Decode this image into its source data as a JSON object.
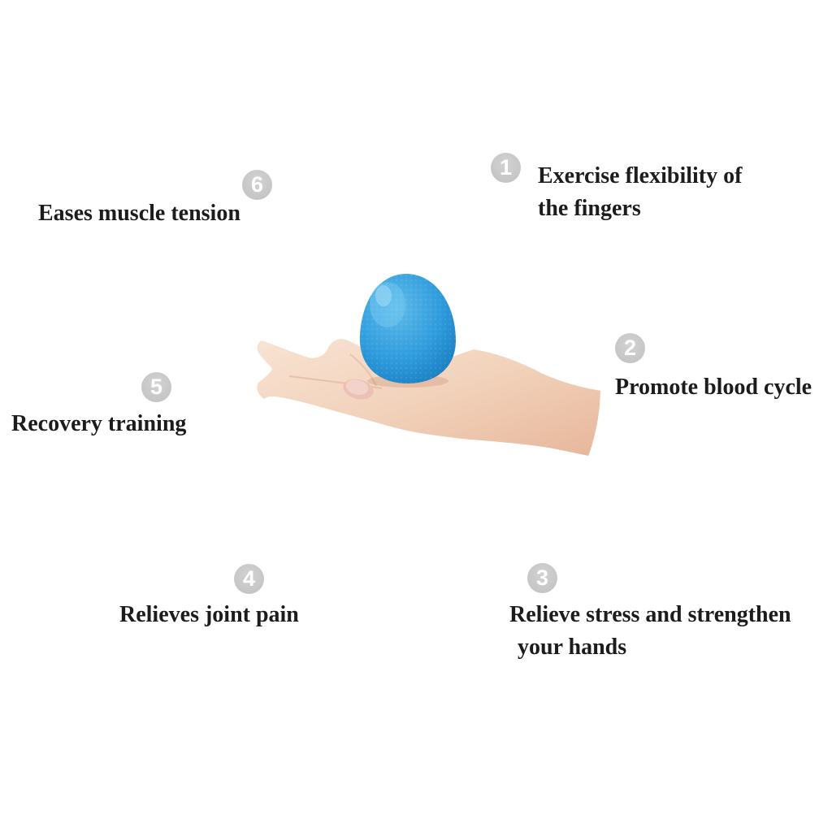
{
  "diagram": {
    "center_image": {
      "description": "Open hand, palm up, holding a blue egg-shaped hand-grip exercise ball inside a soft blue circle",
      "ball_color": "#2f9cdd",
      "ring_color": "#7ebee5",
      "skin_color": "#f2d4c0"
    },
    "badge_color": "#c6c6c6",
    "text_color": "#1c1c1c",
    "items": [
      {
        "number": "1",
        "lines": [
          "Exercise flexibility of",
          "the fingers"
        ]
      },
      {
        "number": "2",
        "lines": [
          "Promote blood cycle"
        ]
      },
      {
        "number": "3",
        "lines": [
          "Relieve stress and strengthen",
          "your hands"
        ]
      },
      {
        "number": "4",
        "lines": [
          "Relieves joint pain"
        ]
      },
      {
        "number": "5",
        "lines": [
          "Recovery training"
        ]
      },
      {
        "number": "6",
        "lines": [
          "Eases muscle tension"
        ]
      }
    ]
  }
}
